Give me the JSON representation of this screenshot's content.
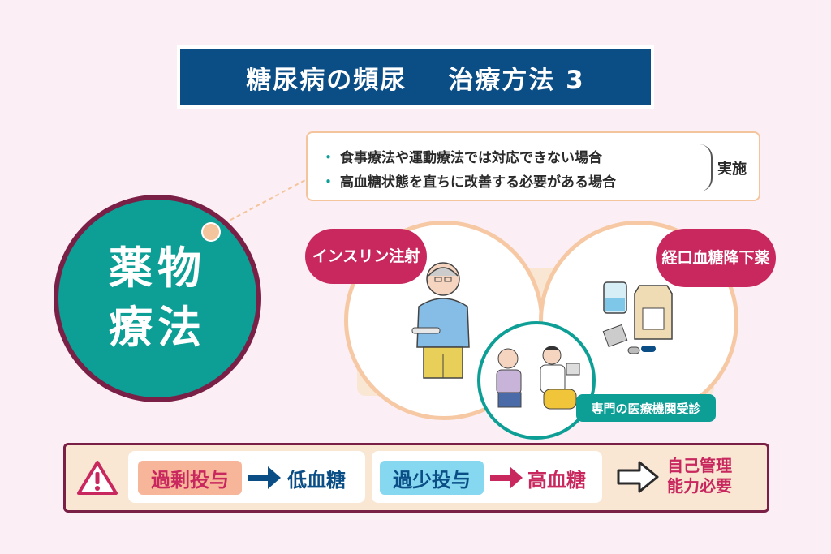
{
  "title": {
    "left": "糖尿病の頻尿",
    "right": "治療方法 3"
  },
  "conditions": {
    "items": [
      "食事療法や運動療法では対応できない場合",
      "高血糖状態を直ちに改善する必要がある場合"
    ],
    "note": "実施"
  },
  "main_label": {
    "line1": "薬物",
    "line2": "療法"
  },
  "insulin_label": {
    "line1": "インスリン",
    "line2": "注射"
  },
  "oral_label": {
    "line1": "経口血糖",
    "line2": "降下薬"
  },
  "clinic_label": "専門の医療機関受診",
  "warning": {
    "over": {
      "label": "過剰投与",
      "result": "低血糖"
    },
    "under": {
      "label": "過少投与",
      "result": "高血糖"
    },
    "conclusion": {
      "line1": "自己管理",
      "line2": "能力必要"
    }
  },
  "colors": {
    "navy": "#0b4e86",
    "teal": "#0d9e96",
    "magenta": "#c8285e",
    "maroon": "#7a1f45",
    "peach": "#f9e7d4",
    "background": "#fbeef4"
  },
  "icons": [
    "warning-icon",
    "arrow-right-icon",
    "outline-arrow-right-icon"
  ]
}
